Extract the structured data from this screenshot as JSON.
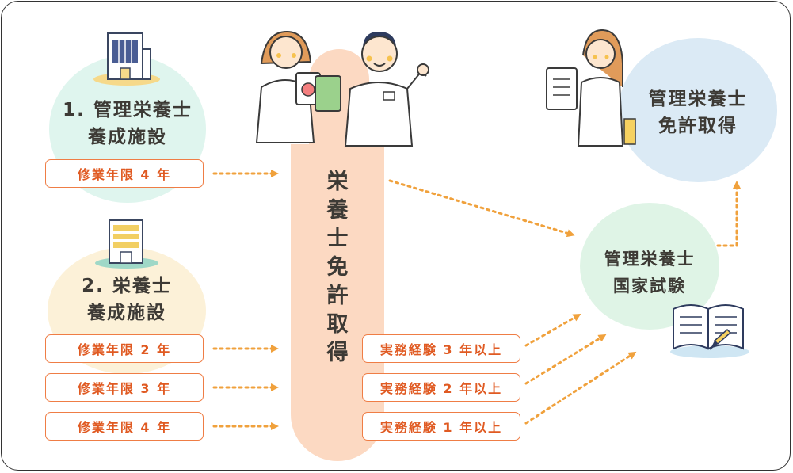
{
  "facility1": {
    "title_line1": "1. 管理栄養士",
    "title_line2": "養成施設",
    "duration": "修業年限 4 年"
  },
  "facility2": {
    "title_line1": "2. 栄養士",
    "title_line2": "養成施設",
    "durations": [
      "修業年限 2 年",
      "修業年限 3 年",
      "修業年限 4 年"
    ]
  },
  "central": {
    "label_chars": [
      "栄",
      "養",
      "士",
      "免",
      "許",
      "取",
      "得"
    ]
  },
  "experience": [
    "実務経験 3 年以上",
    "実務経験 2 年以上",
    "実務経験 1 年以上"
  ],
  "exam": {
    "line1": "管理栄養士",
    "line2": "国家試験"
  },
  "license": {
    "line1": "管理栄養士",
    "line2": "免許取得"
  },
  "colors": {
    "arrow": "#f0a13c",
    "pill_border": "#ef7d45",
    "pill_text": "#e05a22",
    "column": "#fcd9c2",
    "circle1": "#dff5ee",
    "circle2": "#fcf1d8",
    "exam_circle": "#dff4e6",
    "license_circle": "#dbeaf5"
  },
  "icons": [
    "building-icon",
    "building-icon",
    "nurse-holding-apple-sign-icon",
    "man-in-white-coat-icon",
    "woman-with-clipboard-icon",
    "open-book-icon",
    "pencil-icon"
  ]
}
